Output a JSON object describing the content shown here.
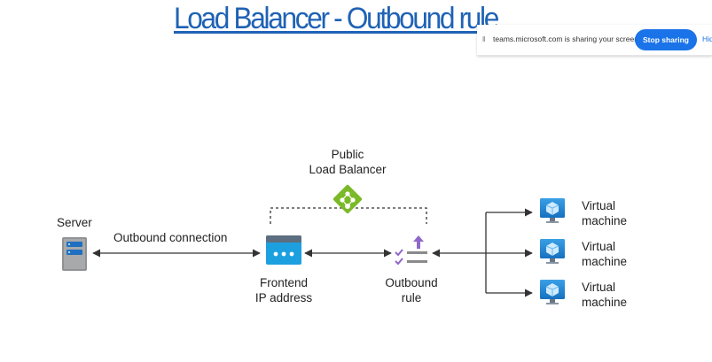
{
  "slide": {
    "title": "Load Balancer  -  Outbound rule"
  },
  "share_bar": {
    "message": "teams.microsoft.com is sharing your screen.",
    "stop_button": "Stop sharing",
    "hide_link": "Hid",
    "handle_icon": "drag-handle-icon"
  },
  "diagram": {
    "load_balancer": {
      "line1": "Public",
      "line2": "Load Balancer",
      "icon": "load-balancer-icon"
    },
    "server": {
      "label": "Server",
      "icon": "server-icon"
    },
    "connection_label": "Outbound connection",
    "frontend": {
      "line1": "Frontend",
      "line2": "IP address",
      "icon": "frontend-ip-icon"
    },
    "outbound_rule": {
      "line1": "Outbound",
      "line2": "rule",
      "icon": "outbound-rule-icon"
    },
    "vms": [
      {
        "line1": "Virtual",
        "line2": "machine",
        "icon": "virtual-machine-icon"
      },
      {
        "line1": "Virtual",
        "line2": "machine",
        "icon": "virtual-machine-icon"
      },
      {
        "line1": "Virtual",
        "line2": "machine",
        "icon": "virtual-machine-icon"
      }
    ],
    "colors": {
      "accent_blue": "#1f62b5",
      "lb_green": "#7bb928",
      "vm_blue": "#1e88d4",
      "rule_purple": "#8f67c9",
      "connector": "#333333"
    }
  }
}
